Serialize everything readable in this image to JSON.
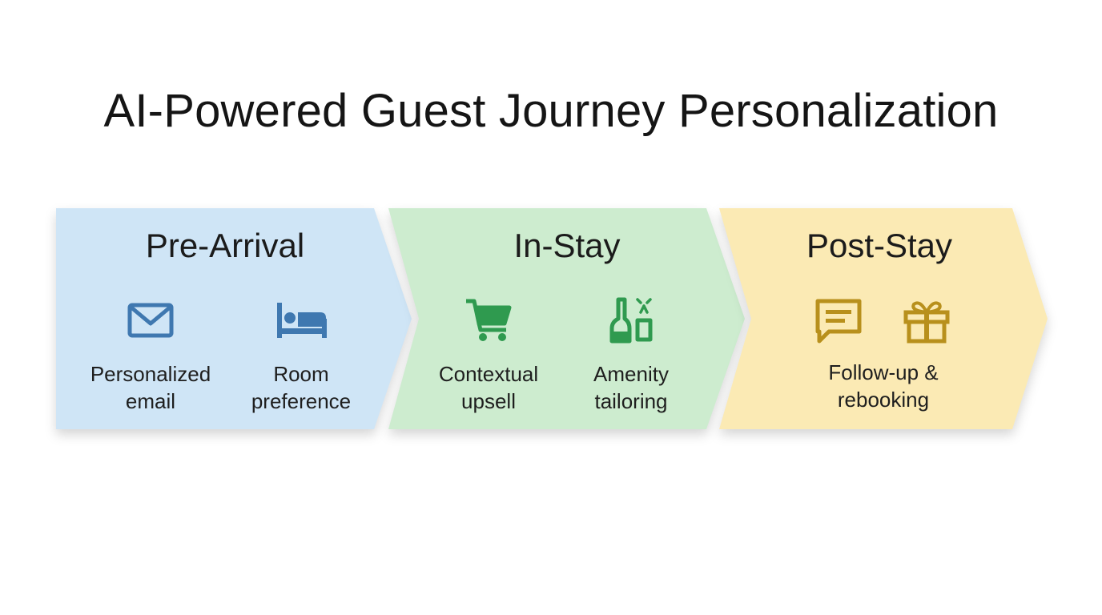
{
  "title": "AI-Powered Guest Journey Personalization",
  "colors": {
    "pre_arrival_fill": "#cfe5f6",
    "pre_arrival_icon": "#3f78b0",
    "in_stay_fill": "#cdeccf",
    "in_stay_icon": "#2f9a4f",
    "post_stay_fill": "#fbeab4",
    "post_stay_icon": "#b8901c"
  },
  "stages": [
    {
      "title": "Pre-Arrival",
      "items": [
        {
          "icon": "envelope-icon",
          "label": "Personalized\nemail"
        },
        {
          "icon": "bed-icon",
          "label": "Room\npreference"
        }
      ]
    },
    {
      "title": "In-Stay",
      "items": [
        {
          "icon": "shopping-cart-icon",
          "label": "Contextual\nupsell"
        },
        {
          "icon": "toiletries-icon",
          "label": "Amenity\ntailoring"
        }
      ]
    },
    {
      "title": "Post-Stay",
      "items": [
        {
          "icon": "message-bubble-icon",
          "label": ""
        },
        {
          "icon": "gift-icon",
          "label": ""
        }
      ],
      "shared_label": "Follow-up &\nrebooking"
    }
  ]
}
